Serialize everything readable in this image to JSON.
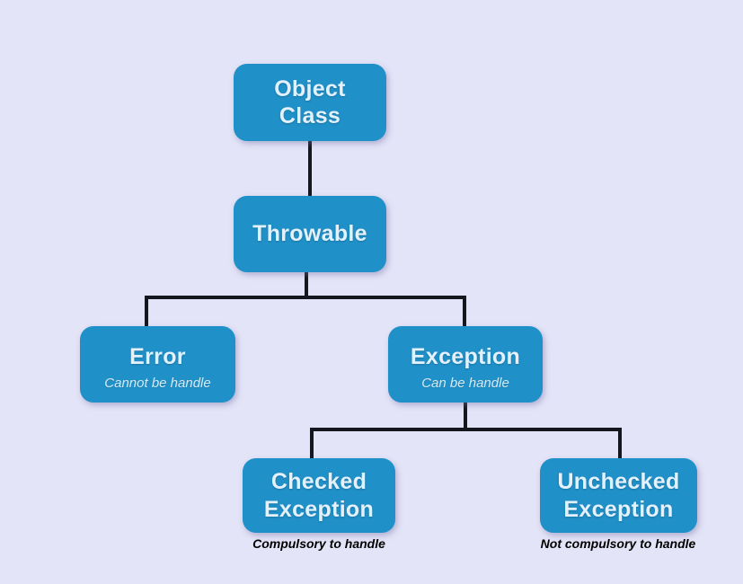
{
  "diagram": {
    "type": "hierarchy",
    "nodes": {
      "object_class": {
        "label": "Object Class"
      },
      "throwable": {
        "label": "Throwable"
      },
      "error": {
        "label": "Error",
        "subtitle": "Cannot be handle"
      },
      "exception": {
        "label": "Exception",
        "subtitle": "Can be handle"
      },
      "checked_exception": {
        "label": "Checked Exception",
        "caption": "Compulsory to handle"
      },
      "unchecked_exception": {
        "label": "Unchecked Exception",
        "caption": "Not compulsory to handle"
      }
    },
    "edges": [
      {
        "from": "object_class",
        "to": "throwable"
      },
      {
        "from": "throwable",
        "to": "error"
      },
      {
        "from": "throwable",
        "to": "exception"
      },
      {
        "from": "exception",
        "to": "checked_exception"
      },
      {
        "from": "exception",
        "to": "unchecked_exception"
      }
    ],
    "colors": {
      "background": "#e4e4f8",
      "node_fill": "#2090c8",
      "node_text": "#e2f1fb",
      "subtitle_text": "#d4eaf6",
      "connector": "#16161e",
      "caption_text": "#000000"
    }
  }
}
